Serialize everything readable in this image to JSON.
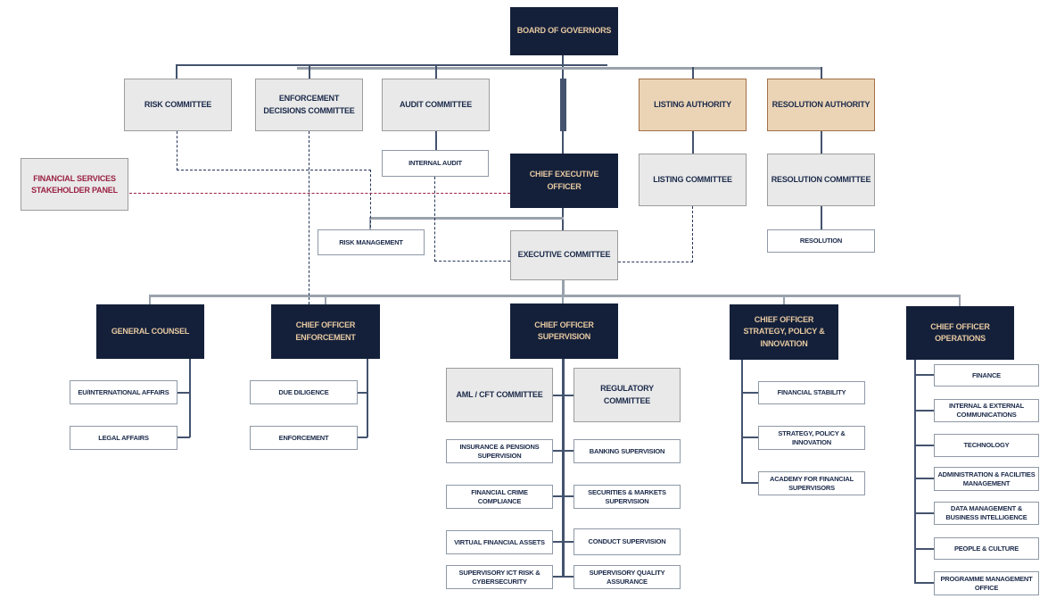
{
  "org_chart": {
    "colors": {
      "navy_box": "#14203A",
      "navy_box_text": "#E7C9A1",
      "gray_box_fill": "#E9E9E9",
      "gray_box_border": "#9C9C9C",
      "tan_box_fill": "#EBD4B6",
      "tan_box_border": "#A06F48",
      "white_box_border": "#8E99A6",
      "box_text": "#1B2A4A",
      "maroon_accent": "#9B2143",
      "connector_gray": "#9AA2AC",
      "connector_navy": "#44536E"
    },
    "nodes": {
      "board_of_governors": {
        "label": "BOARD OF GOVERNORS",
        "type": "navy"
      },
      "risk_committee": {
        "label": "RISK COMMITTEE",
        "type": "gray"
      },
      "enforcement_decisions_committee": {
        "label": "ENFORCEMENT DECISIONS COMMITTEE",
        "type": "gray"
      },
      "audit_committee": {
        "label": "AUDIT COMMITTEE",
        "type": "gray"
      },
      "listing_authority": {
        "label": "LISTING AUTHORITY",
        "type": "tan"
      },
      "resolution_authority": {
        "label": "RESOLUTION AUTHORITY",
        "type": "tan"
      },
      "internal_audit": {
        "label": "INTERNAL AUDIT",
        "type": "white"
      },
      "chief_executive_officer": {
        "label": "CHIEF EXECUTIVE OFFICER",
        "type": "navy"
      },
      "listing_committee": {
        "label": "LISTING COMMITTEE",
        "type": "gray"
      },
      "resolution_committee": {
        "label": "RESOLUTION COMMITTEE",
        "type": "gray"
      },
      "resolution": {
        "label": "RESOLUTION",
        "type": "white"
      },
      "financial_services_stakeholder_panel": {
        "label": "FINANCIAL SERVICES STAKEHOLDER PANEL",
        "type": "panel"
      },
      "risk_management": {
        "label": "RISK MANAGEMENT",
        "type": "white"
      },
      "executive_committee": {
        "label": "EXECUTIVE COMMITTEE",
        "type": "gray"
      },
      "general_counsel": {
        "label": "GENERAL COUNSEL",
        "type": "navy"
      },
      "chief_officer_enforcement": {
        "label": "CHIEF OFFICER ENFORCEMENT",
        "type": "navy"
      },
      "chief_officer_supervision": {
        "label": "CHIEF OFFICER SUPERVISION",
        "type": "navy"
      },
      "chief_officer_strategy_policy_innovation": {
        "label": "CHIEF OFFICER STRATEGY, POLICY & INNOVATION",
        "type": "navy"
      },
      "chief_officer_operations": {
        "label": "CHIEF OFFICER OPERATIONS",
        "type": "navy"
      },
      "eu_international_affairs": {
        "label": "EU/INTERNATIONAL AFFAIRS",
        "type": "white"
      },
      "legal_affairs": {
        "label": "LEGAL AFFAIRS",
        "type": "white"
      },
      "due_diligence": {
        "label": "DUE DILIGENCE",
        "type": "white"
      },
      "enforcement": {
        "label": "ENFORCEMENT",
        "type": "white"
      },
      "aml_cft_committee": {
        "label": "AML / CFT COMMITTEE",
        "type": "gray"
      },
      "regulatory_committee": {
        "label": "REGULATORY COMMITTEE",
        "type": "gray"
      },
      "insurance_pensions_supervision": {
        "label": "INSURANCE & PENSIONS SUPERVISION",
        "type": "white"
      },
      "banking_supervision": {
        "label": "BANKING SUPERVISION",
        "type": "white"
      },
      "financial_crime_compliance": {
        "label": "FINANCIAL CRIME COMPLIANCE",
        "type": "white"
      },
      "securities_markets_supervision": {
        "label": "SECURITIES & MARKETS SUPERVISION",
        "type": "white"
      },
      "virtual_financial_assets": {
        "label": "VIRTUAL FINANCIAL ASSETS",
        "type": "white"
      },
      "conduct_supervision": {
        "label": "CONDUCT SUPERVISION",
        "type": "white"
      },
      "supervisory_ict_risk_cybersecurity": {
        "label": "SUPERVISORY ICT RISK & CYBERSECURITY",
        "type": "white"
      },
      "supervisory_quality_assurance": {
        "label": "SUPERVISORY QUALITY ASSURANCE",
        "type": "white"
      },
      "financial_stability": {
        "label": "FINANCIAL STABILITY",
        "type": "white"
      },
      "strategy_policy_innovation": {
        "label": "STRATEGY, POLICY & INNOVATION",
        "type": "white"
      },
      "academy_for_financial_supervisors": {
        "label": "ACADEMY FOR FINANCIAL SUPERVISORS",
        "type": "white"
      },
      "finance": {
        "label": "FINANCE",
        "type": "white"
      },
      "internal_external_communications": {
        "label": "INTERNAL & EXTERNAL COMMUNICATIONS",
        "type": "white"
      },
      "technology": {
        "label": "TECHNOLOGY",
        "type": "white"
      },
      "administration_facilities_management": {
        "label": "ADMINISTRATION & FACILITIES MANAGEMENT",
        "type": "white"
      },
      "data_management_business_intelligence": {
        "label": "DATA MANAGEMENT & BUSINESS INTELLIGENCE",
        "type": "white"
      },
      "people_culture": {
        "label": "PEOPLE & CULTURE",
        "type": "white"
      },
      "programme_management_office": {
        "label": "PROGRAMME MANAGEMENT OFFICE",
        "type": "white"
      }
    }
  }
}
